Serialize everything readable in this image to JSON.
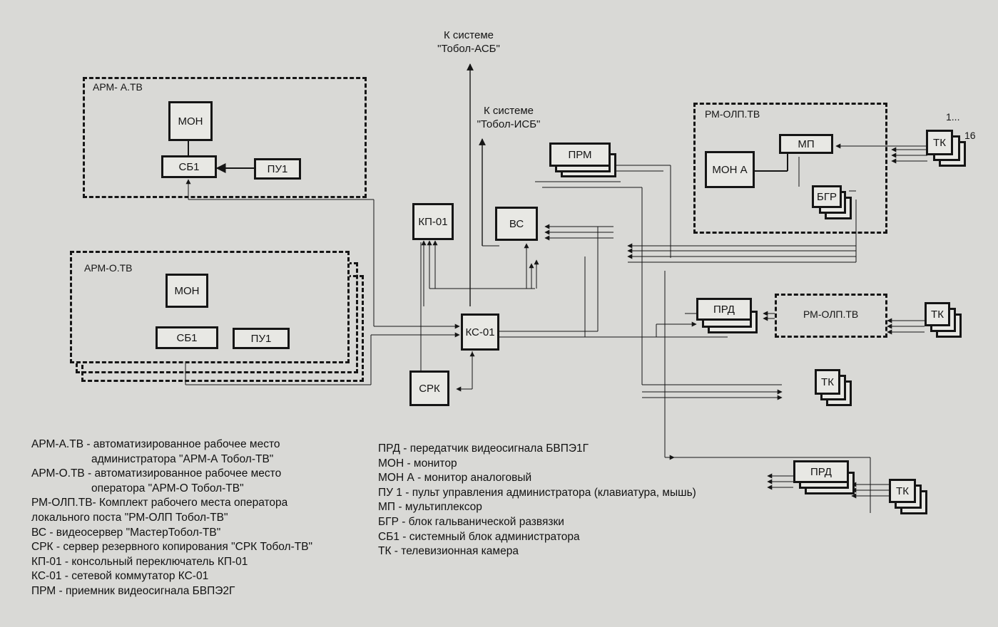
{
  "diagram": {
    "blocks": {
      "arm_a_label": "АРМ- А.ТВ",
      "arm_a_mon": "МОН",
      "arm_a_sb1": "СБ1",
      "arm_a_pu1": "ПУ1",
      "arm_o_label": "АРМ-О.ТВ",
      "arm_o_mon": "МОН",
      "arm_o_sb1": "СБ1",
      "arm_o_pu1": "ПУ1",
      "kp01": "КП-01",
      "vs": "ВС",
      "ks01": "КС-01",
      "srk": "СРК",
      "prm": "ПРМ",
      "rm_olp_top_label": "РМ-ОЛП.ТВ",
      "mon_a": "МОН А",
      "mp": "МП",
      "bgr": "БГР",
      "tk_top": "ТК",
      "tk_range_start": "1...",
      "tk_range_end": "16",
      "prd_mid": "ПРД",
      "rm_olp_mid": "РМ-ОЛП.ТВ",
      "tk_mid": "ТК",
      "tk_lower": "ТК",
      "prd_bottom": "ПРД",
      "tk_bottom": "ТК"
    },
    "external": {
      "asb_line1": "К системе",
      "asb_line2": "\"Тобол-АСБ\"",
      "isb_line1": "К системе",
      "isb_line2": "\"Тобол-ИСБ\""
    }
  },
  "legend": {
    "left": [
      "АРМ-А.ТВ - автоматизированное рабочее место",
      "администратора \"АРМ-А Тобол-ТВ\"",
      "АРМ-О.ТВ - автоматизированное рабочее место",
      "оператора \"АРМ-О Тобол-ТВ\"",
      "РМ-ОЛП.ТВ- Комплект рабочего места оператора",
      "локального поста \"РМ-ОЛП Тобол-ТВ\"",
      "ВС - видеосервер \"МастерТобол-ТВ\"",
      "СРК - сервер резервного копирования \"СРК Тобол-ТВ\"",
      "КП-01 - консольный переключатель КП-01",
      "КС-01 - сетевой коммутатор КС-01",
      "ПРМ - приемник видеосигнала  БВПЭ2Г"
    ],
    "right": [
      "ПРД - передатчик видеосигнала  БВПЭ1Г",
      "МОН - монитор",
      "МОН А - монитор аналоговый",
      "ПУ 1 - пульт управления администратора (клавиатура, мышь)",
      "МП - мультиплексор",
      "БГР - блок гальванической развязки",
      "СБ1 - системный блок администратора",
      "ТК - телевизионная камера"
    ]
  },
  "colors": {
    "line": "#151515",
    "background": "#d9d9d6",
    "box_fill": "#e8e8e4"
  }
}
